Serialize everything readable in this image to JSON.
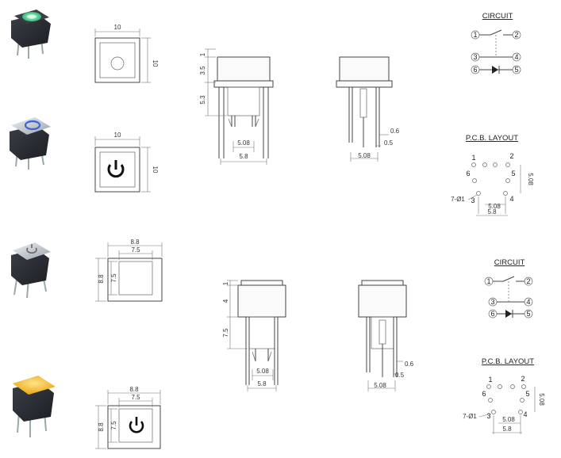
{
  "top_set": {
    "front_view_a": {
      "width": "10",
      "height": "10"
    },
    "front_view_b": {
      "width": "10",
      "height": "10"
    },
    "side_view": {
      "dims": [
        "1",
        "3.5",
        "5.3"
      ],
      "pitch": "5.08",
      "total": "5.8"
    },
    "end_view": {
      "pin_width": "0.6",
      "offset": "0.5",
      "pitch": "5.08"
    },
    "circuit": {
      "title": "CIRCUIT",
      "pins": [
        "1",
        "2",
        "3",
        "4",
        "6",
        "5"
      ]
    },
    "pcb": {
      "title": "P.C.B. LAYOUT",
      "pins": [
        "1",
        "2",
        "6",
        "5",
        "3",
        "4"
      ],
      "hole": "7-Ø1",
      "pitch": "5.08",
      "total": "5.8",
      "vertical": "5.08"
    }
  },
  "bottom_set": {
    "front_view_a": {
      "outer": "8.8",
      "inner": "7.5",
      "outer_h": "8.8",
      "inner_h": "7.5"
    },
    "front_view_b": {
      "outer": "8.8",
      "inner": "7.5",
      "outer_h": "8.8",
      "inner_h": "7.5"
    },
    "side_view": {
      "dims": [
        "1",
        "4",
        "7.5"
      ],
      "pitch": "5.08",
      "total": "5.8"
    },
    "end_view": {
      "pin_width": "0.6",
      "offset": "0.5",
      "pitch": "5.08"
    },
    "circuit": {
      "title": "CIRCUIT",
      "pins": [
        "1",
        "2",
        "3",
        "4",
        "6",
        "5"
      ]
    },
    "pcb": {
      "title": "P.C.B. LAYOUT",
      "pins": [
        "1",
        "2",
        "6",
        "5",
        "3",
        "4"
      ],
      "hole": "7-Ø1",
      "pitch": "5.08",
      "total": "5.8",
      "vertical": "5.08"
    }
  },
  "colors": {
    "green_led": "#3fd88a",
    "yellow_led": "#f5b400",
    "switch_body": "#2c3036",
    "silver_cap": "#c9ced4",
    "blue_ring": "#3d63d6"
  }
}
